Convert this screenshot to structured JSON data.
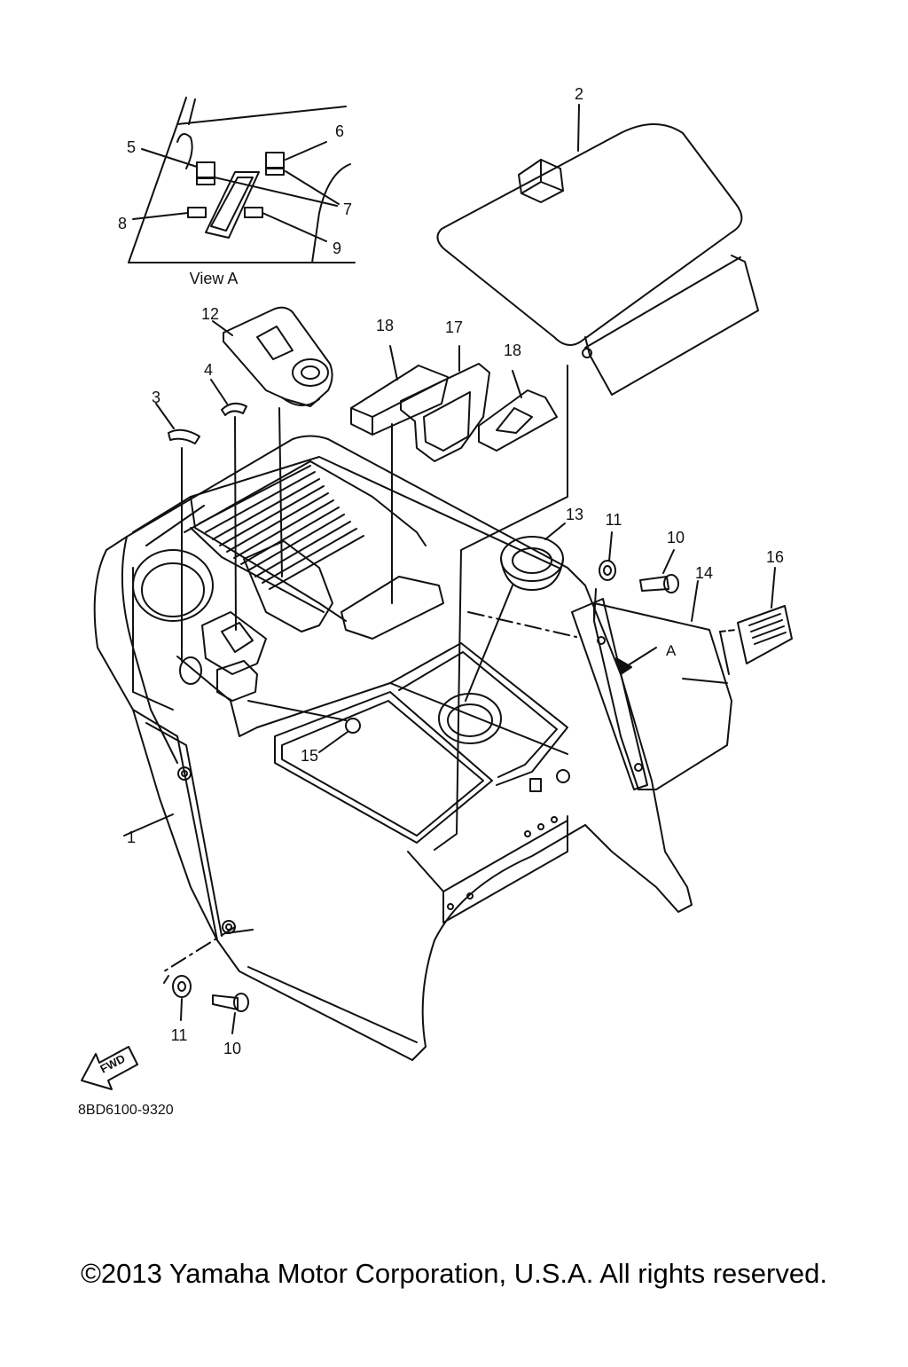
{
  "diagram": {
    "view_label": "View A",
    "view_marker": "A",
    "fwd_label": "FWD",
    "diagram_code": "8BD6100-9320",
    "callouts": [
      "1",
      "2",
      "3",
      "4",
      "5",
      "6",
      "7",
      "8",
      "9",
      "10",
      "11",
      "12",
      "13",
      "14",
      "15",
      "16",
      "17",
      "18",
      "18",
      "10",
      "11"
    ]
  },
  "footer": {
    "copyright": "©2013 Yamaha Motor Corporation, U.S.A. All rights reserved."
  }
}
